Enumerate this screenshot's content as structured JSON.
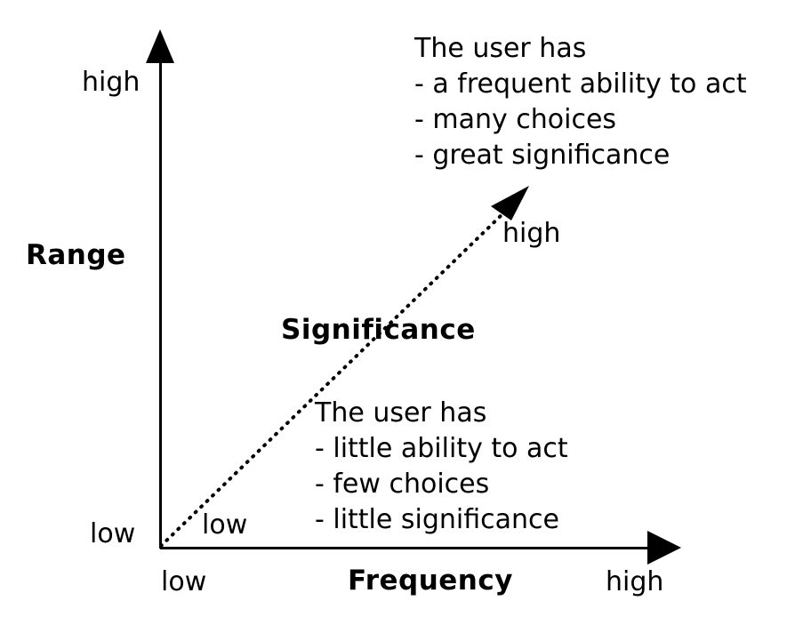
{
  "diagram": {
    "title_semantics": "Frequency vs Range significance quadrant diagram",
    "ink_color": "#000000",
    "background_color": "#ffffff",
    "axes": {
      "y": {
        "name": "Range",
        "low_label": "low",
        "high_label": "high"
      },
      "x": {
        "name": "Frequency",
        "low_label": "low",
        "high_label": "high"
      },
      "diagonal": {
        "name": "Significance",
        "low_label": "low",
        "high_label": "high",
        "style": "dotted-arrow"
      }
    },
    "upper_text_block": {
      "heading": "The user has",
      "bullets": [
        "- a frequent ability to act",
        "- many choices",
        "- great significance"
      ]
    },
    "lower_text_block": {
      "heading": "The user has",
      "bullets": [
        "- little ability to act",
        "- few choices",
        "- little significance"
      ]
    }
  },
  "chart_data": {
    "type": "scatter",
    "title": "",
    "xlabel": "Frequency",
    "ylabel": "Range",
    "x_ticks": [
      "low",
      "high"
    ],
    "y_ticks": [
      "low",
      "high"
    ],
    "annotations": [
      "Significance",
      "The user has - a frequent ability to act - many choices - great significance",
      "The user has - little ability to act - few choices - little significance"
    ],
    "grid": false,
    "legend": "none"
  }
}
